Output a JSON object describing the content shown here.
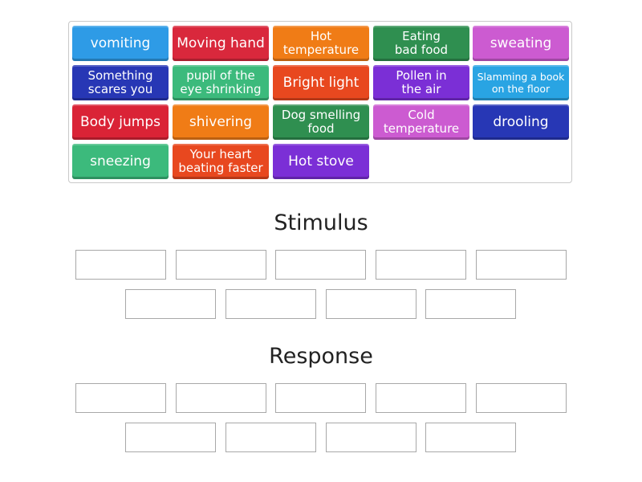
{
  "tiles": [
    {
      "label": "vomiting",
      "color": "#2e9be6"
    },
    {
      "label": "Moving hand",
      "color": "#d9283c"
    },
    {
      "label": "Hot\ntemperature",
      "color": "#f07c16"
    },
    {
      "label": "Eating\nbad food",
      "color": "#2f8f50"
    },
    {
      "label": "sweating",
      "color": "#cc5bd1"
    },
    {
      "label": "Something\nscares you",
      "color": "#2737b5"
    },
    {
      "label": "pupil of the\neye shrinking",
      "color": "#3cba7c"
    },
    {
      "label": "Bright light",
      "color": "#e8481f"
    },
    {
      "label": "Pollen in\nthe air",
      "color": "#7b2fd6"
    },
    {
      "label": "Slamming a book\non the floor",
      "color": "#29a4e3"
    },
    {
      "label": "Body jumps",
      "color": "#da2336"
    },
    {
      "label": "shivering",
      "color": "#f07c16"
    },
    {
      "label": "Dog smelling\nfood",
      "color": "#2f8f50"
    },
    {
      "label": "Cold\ntemperature",
      "color": "#cc5bd1"
    },
    {
      "label": "drooling",
      "color": "#2737b5"
    },
    {
      "label": "sneezing",
      "color": "#3cba7c"
    },
    {
      "label": "Your heart\nbeating faster",
      "color": "#e8481f"
    },
    {
      "label": "Hot stove",
      "color": "#7b2fd6"
    }
  ],
  "groups": {
    "stimulus": {
      "heading": "Stimulus"
    },
    "response": {
      "heading": "Response"
    }
  }
}
